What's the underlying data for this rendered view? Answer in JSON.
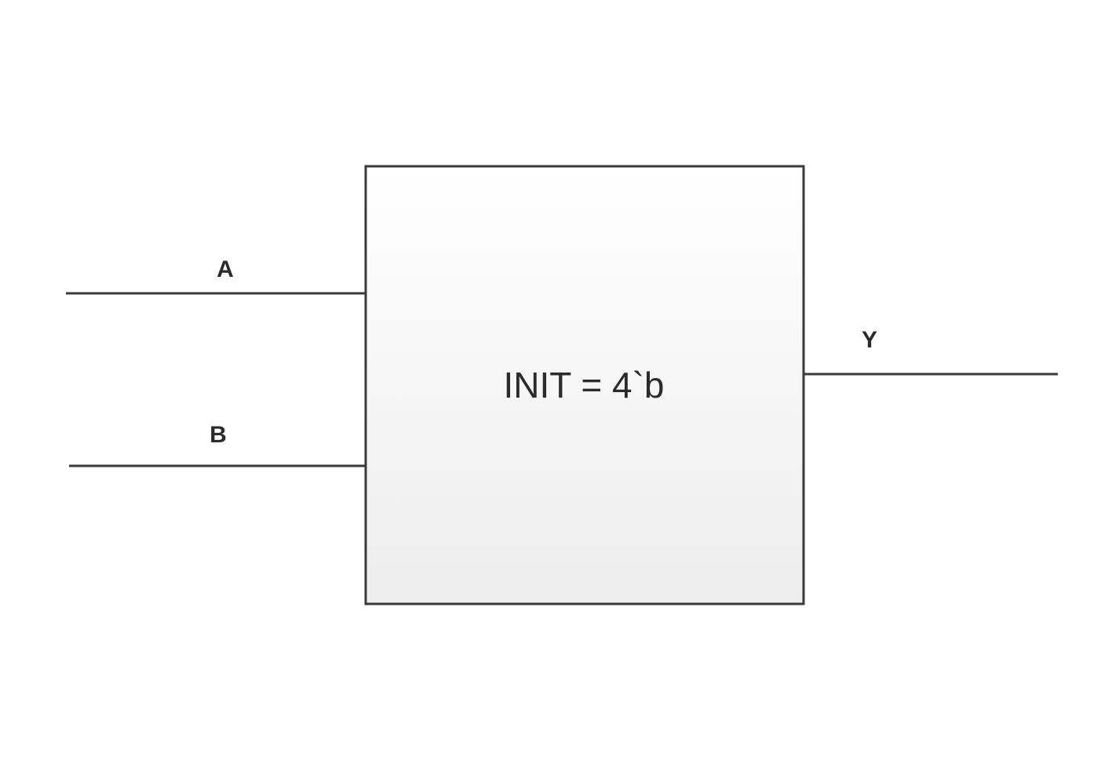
{
  "block": {
    "label": "INIT = 4`b",
    "fill_top": "#ffffff",
    "fill_bottom": "#ededee",
    "stroke": "#3a3a3a"
  },
  "ports": {
    "inputs": [
      {
        "label": "A"
      },
      {
        "label": "B"
      }
    ],
    "outputs": [
      {
        "label": "Y"
      }
    ]
  },
  "colors": {
    "wire": "#3a3a3a",
    "text": "#2b2b2b",
    "background": "#ffffff"
  }
}
